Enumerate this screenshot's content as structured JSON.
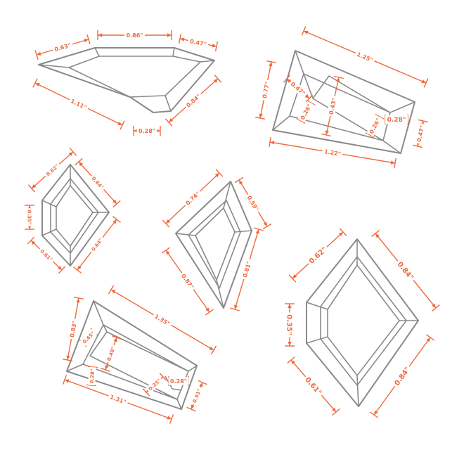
{
  "colors": {
    "dimension": "#ef6a3c",
    "outline": "#8a8a8a",
    "background": "#ffffff"
  },
  "shapes": [
    {
      "id": "shield",
      "labels": [
        "0.63\"",
        "0.86\"",
        "0.47\"",
        "1.11\"",
        "0.28\"",
        "0.84\""
      ]
    },
    {
      "id": "trapezoid-top",
      "labels": [
        "1.25\"",
        "0.77\"",
        "0.47\"",
        "0.43\"",
        "0.26\"",
        "0.26\"",
        "0.28\"",
        "0.47\"",
        "1.22\""
      ]
    },
    {
      "id": "kite-small",
      "labels": [
        "0.62\"",
        "0.64\"",
        "0.35\"",
        "0.61\"",
        "0.64\""
      ]
    },
    {
      "id": "kite-middle",
      "labels": [
        "0.74\"",
        "0.59\"",
        "0.87\"",
        "0.81\""
      ]
    },
    {
      "id": "trapezoid-bottom",
      "labels": [
        "1.35\"",
        "0.83\"",
        "0.45\"",
        "0.48\"",
        "0.28\"",
        "0.25\"",
        "0.28\"",
        "0.51\"",
        "1.31\""
      ]
    },
    {
      "id": "kite-large",
      "labels": [
        "0.62\"",
        "0.84\"",
        "0.35\"",
        "0.61\"",
        "0.84\""
      ]
    }
  ]
}
